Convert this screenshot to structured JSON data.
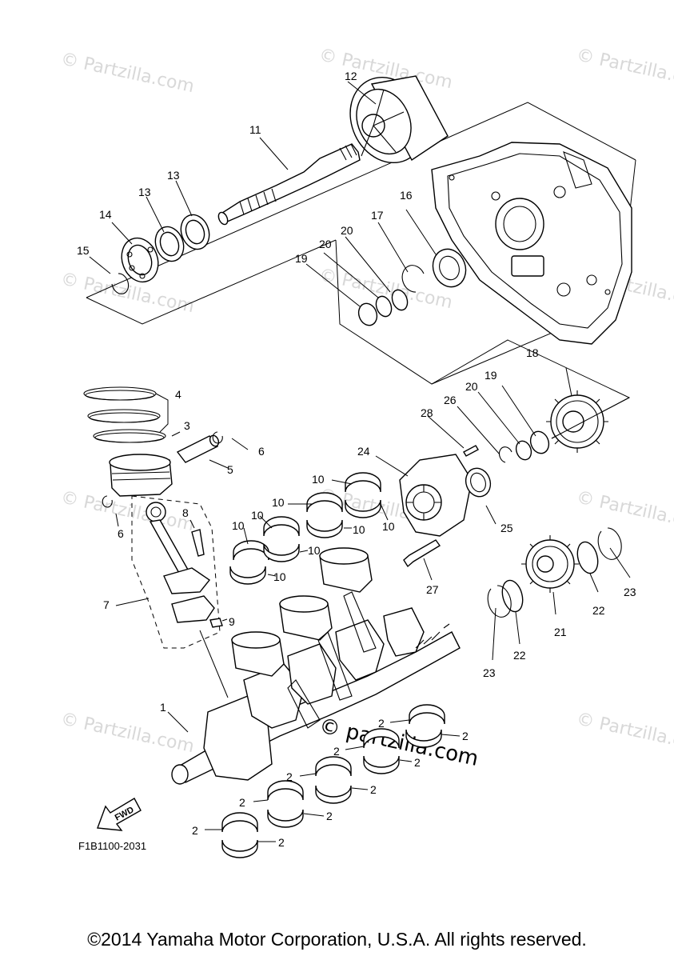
{
  "watermark": "© Partzilla.com",
  "watermark_center": "© partzilla.com",
  "diagram_code": "F1B1100-2031",
  "fwd_label": "FWD",
  "copyright": "©2014 Yamaha Motor Corporation, U.S.A. All rights reserved.",
  "callouts": {
    "c1": "1",
    "c3": "3",
    "c4": "4",
    "c5": "5",
    "c6a": "6",
    "c6b": "6",
    "c7": "7",
    "c8": "8",
    "c9": "9",
    "c10a": "10",
    "c10b": "10",
    "c10c": "10",
    "c10d": "10",
    "c10e": "10",
    "c10f": "10",
    "c10g": "10",
    "c10h": "10",
    "c11": "11",
    "c12": "12",
    "c13a": "13",
    "c13b": "13",
    "c14": "14",
    "c15": "15",
    "c16": "16",
    "c17": "17",
    "c18": "18",
    "c19a": "19",
    "c19b": "19",
    "c20a": "20",
    "c20b": "20",
    "c20c": "20",
    "c21": "21",
    "c22a": "22",
    "c22b": "22",
    "c23a": "23",
    "c23b": "23",
    "c24": "24",
    "c25": "25",
    "c26": "26",
    "c27": "27",
    "c28": "28",
    "c2a": "2",
    "c2b": "2",
    "c2c": "2",
    "c2d": "2",
    "c2e": "2",
    "c2f": "2",
    "c2g": "2",
    "c2h": "2",
    "c2i": "2",
    "c2j": "2"
  }
}
